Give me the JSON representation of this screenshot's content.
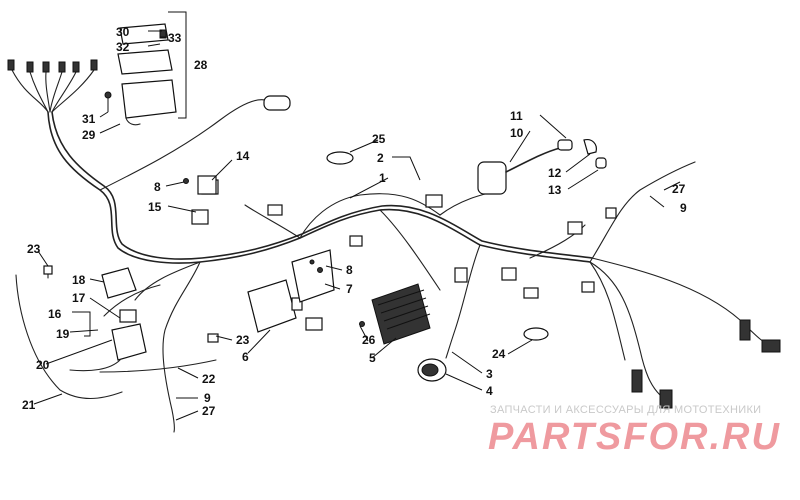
{
  "watermark": {
    "caption": "ЗАПЧАСТИ И АКСЕССУАРЫ ДЛЯ МОТОТЕХНИКИ",
    "logo": "PARTSFOR.RU",
    "caption_color": "#c9c9c9",
    "logo_color": "#ef9a9f"
  },
  "callouts": {
    "c1": "1",
    "c2": "2",
    "c3": "3",
    "c4": "4",
    "c5": "5",
    "c6": "6",
    "c7": "7",
    "c8a": "8",
    "c8b": "8",
    "c9a": "9",
    "c9b": "9",
    "c10": "10",
    "c11": "11",
    "c12": "12",
    "c13": "13",
    "c14": "14",
    "c15": "15",
    "c16": "16",
    "c17": "17",
    "c18": "18",
    "c19": "19",
    "c20": "20",
    "c21": "21",
    "c22": "22",
    "c23a": "23",
    "c23b": "23",
    "c24": "24",
    "c25": "25",
    "c26": "26",
    "c27a": "27",
    "c27b": "27",
    "c28": "28",
    "c29": "29",
    "c30": "30",
    "c31": "31",
    "c32": "32",
    "c33": "33"
  }
}
